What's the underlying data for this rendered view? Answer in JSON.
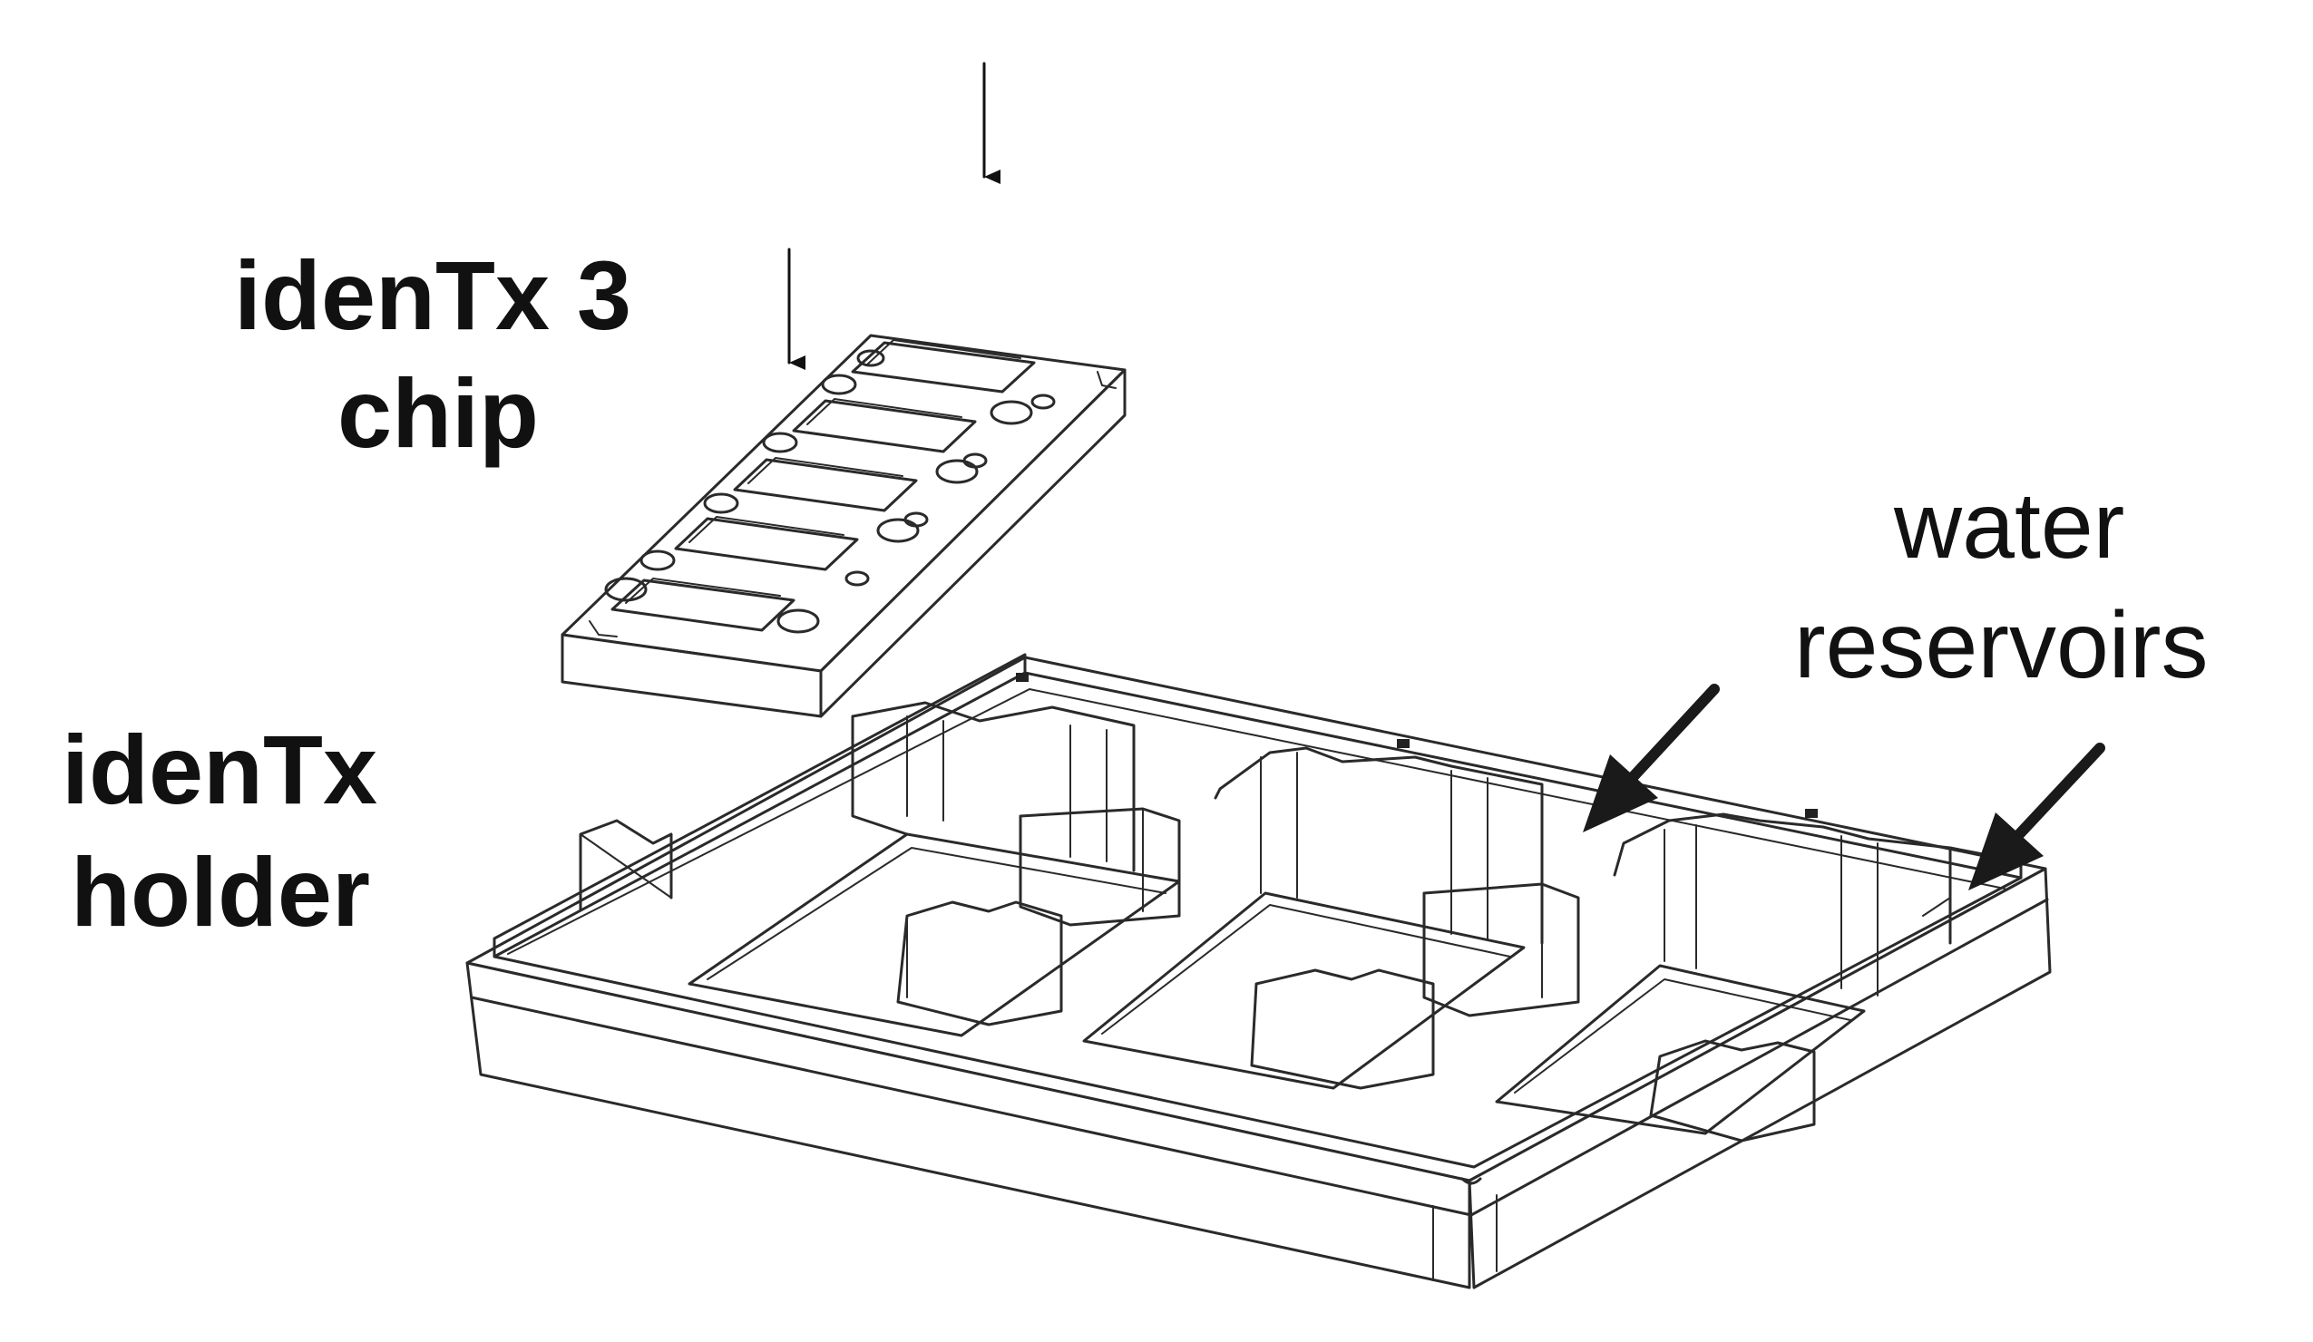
{
  "labels": {
    "chip_line1": "idenTx 3",
    "chip_line2": "chip",
    "holder_line1": "idenTx",
    "holder_line2": "holder",
    "water_line1": "water",
    "water_line2": "reservoirs"
  },
  "colors": {
    "line": "#222222",
    "background": "#ffffff",
    "text": "#111111"
  }
}
